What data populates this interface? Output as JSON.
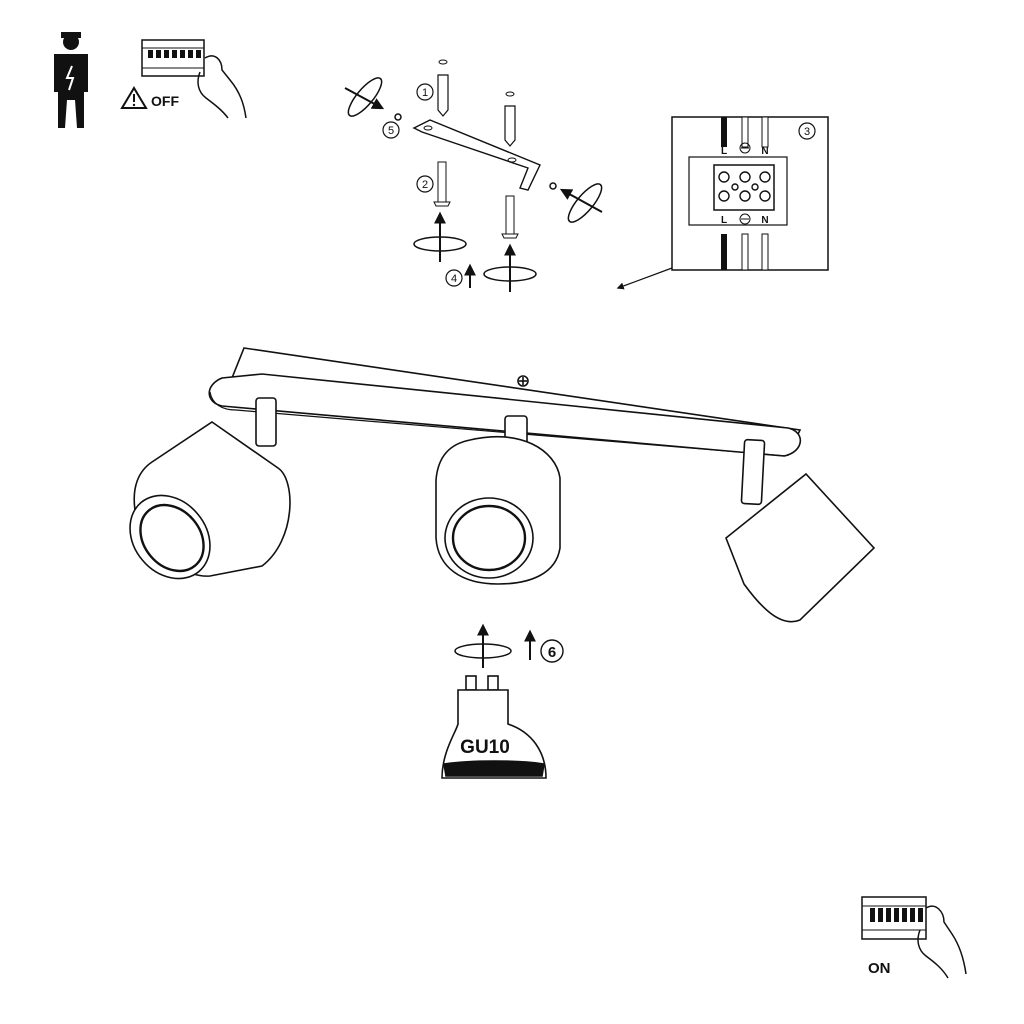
{
  "step_labels": {
    "s1": "1",
    "s2": "2",
    "s3": "3",
    "s4": "4",
    "s5": "5",
    "s6": "6"
  },
  "breaker_off": {
    "label": "OFF",
    "warning_icon": "warning-triangle-icon"
  },
  "breaker_on": {
    "label": "ON"
  },
  "wiring": {
    "live": "L",
    "neutral": "N",
    "earth_icon": "earth-ground-icon"
  },
  "bulb": {
    "type": "GU10"
  },
  "icons": [
    "electrician-icon",
    "circuit-breaker-icon",
    "hand-icon",
    "screw-icon",
    "wall-plug-icon",
    "screwdriver-icon",
    "rotate-arrow-icon"
  ],
  "colors": {
    "line": "#111111",
    "background": "#ffffff"
  }
}
